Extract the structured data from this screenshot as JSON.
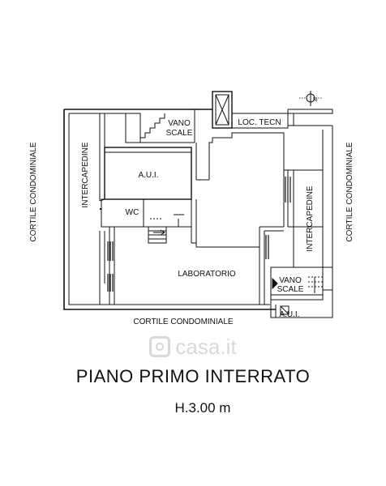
{
  "labels": {
    "vano_scale_top": [
      "VANO",
      "SCALE"
    ],
    "loc_tecn": "LOC. TECN",
    "aui_upper": "A.U.I.",
    "intercapedine_left": "INTERCAPEDINE",
    "intercapedine_right": "INTERCAPEDINE",
    "wc": "WC",
    "laboratorio": "LABORATORIO",
    "vano_scale_bottom": [
      "VANO",
      "SCALE"
    ],
    "aui_lower": "A.U.I.",
    "cortile_bottom": "CORTILE CONDOMINIALE",
    "cortile_left": "CORTILE CONDOMINIALE",
    "cortile_right": "CORTILE CONDOMINIALE"
  },
  "north_mark": "N",
  "watermark": "casa.it",
  "title": "PIANO PRIMO INTERRATO",
  "height_note": "H.3.00 m",
  "colors": {
    "ink": "#111111",
    "watermark": "#d8d8d8"
  }
}
